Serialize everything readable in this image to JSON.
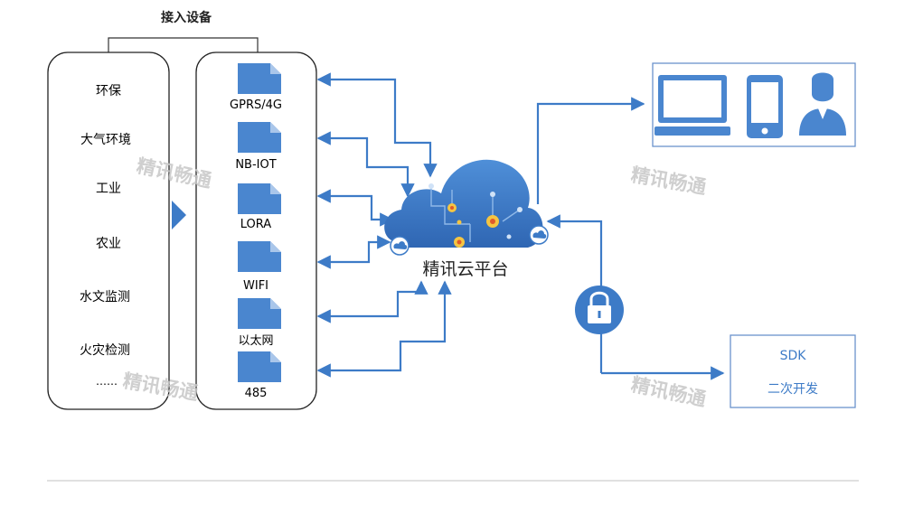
{
  "header_label": "接入设备",
  "industries": [
    "环保",
    "大气环境",
    "工业",
    "农业",
    "水文监测",
    "火灾检测",
    "……"
  ],
  "devices": [
    "GPRS/4G",
    "NB-IOT",
    "LORA",
    "WIFI",
    "以太网",
    "485"
  ],
  "cloud_label": "精讯云平台",
  "sdk": {
    "title": "SDK",
    "subtitle": "二次开发"
  },
  "watermark": "精讯畅通",
  "icons": {
    "terminals": [
      "laptop-icon",
      "smartphone-icon",
      "user-icon"
    ],
    "lock": "padlock-icon",
    "device": "document-icon",
    "cloud": "cloud-icon"
  },
  "colors": {
    "accent": "#3d7bc7",
    "device_fill": "#4a86cf",
    "box_border": "#6b93cc",
    "text": "#222222",
    "watermark": "#c7c7c7"
  }
}
